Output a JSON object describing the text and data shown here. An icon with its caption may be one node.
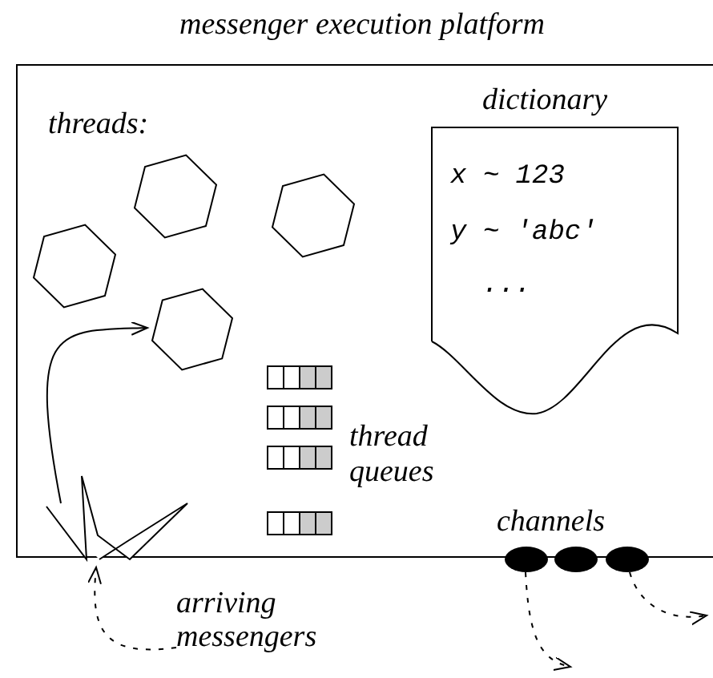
{
  "diagram": {
    "title": "messenger execution platform",
    "nodes": [
      {
        "text": [],
        "shape": "box"
      },
      {
        "text": [],
        "shape": "hexagon",
        "in": 0
      },
      {
        "text": [],
        "shape": "hexagon",
        "in": 0
      },
      {
        "text": [],
        "shape": "hexagon",
        "in": 0
      },
      {
        "text": [],
        "shape": "hexagon",
        "in": 0
      },
      {
        "text": [
          "dictionary",
          "x ~ 123",
          "y ~ 'abc'",
          "..."
        ],
        "in": 0
      },
      {
        "text": [],
        "shape": "star",
        "in": 0
      },
      {
        "text": [],
        "shape": "bar",
        "in": 0
      },
      {
        "text": [],
        "shape": "bar",
        "in": 0
      },
      {
        "text": [],
        "shape": "bar",
        "in": 0
      },
      {
        "text": [],
        "shape": "bar",
        "in": 0
      },
      {
        "text": [],
        "shape": "circle"
      },
      {
        "text": [],
        "shape": "circle"
      },
      {
        "text": [],
        "shape": "circle"
      },
      {
        "text": [
          "arriving messengers"
        ]
      }
    ],
    "edges": [
      {
        "from": 6,
        "to": 3,
        "arrow": "to"
      },
      {
        "from": 14,
        "to": 6,
        "arrow": "to",
        "style": "dashed"
      },
      {
        "from": 11,
        "to": null,
        "arrow": "to",
        "style": "dashed"
      },
      {
        "from": 13,
        "to": null,
        "arrow": "to",
        "style": "dashed"
      }
    ],
    "labels": [
      "threads:",
      "thread queues",
      "channels"
    ]
  }
}
